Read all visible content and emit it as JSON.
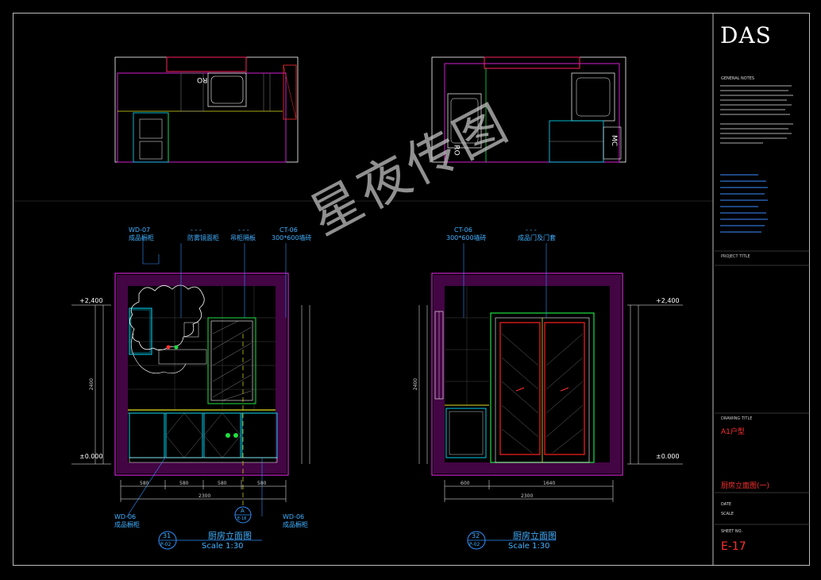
{
  "watermark": "星夜传图",
  "title_block": {
    "logo": "DAS",
    "project_title_label": "PROJECT TITLE",
    "drawing_title_label": "DRAWING TITLE",
    "plan_type": "A1户型",
    "drawing_name": "厨房立面图(一)",
    "date_label": "DATE",
    "scale_label": "SCALE",
    "sheet_no_label": "SHEET NO.",
    "sheet_number": "E-17",
    "general_notes_label": "GENERAL NOTES"
  },
  "colors": {
    "wall_magenta": "#d020d0",
    "cyan": "#00e0ff",
    "blue_label": "#3090ff",
    "green": "#20e040",
    "red": "#ff2020",
    "yellow": "#e0e020",
    "white": "#ffffff"
  },
  "left_elevation": {
    "level_top": "+2,400",
    "level_bottom": "±0.000",
    "tags_top": [
      {
        "code": "WD-07",
        "name": "成品橱柜"
      },
      {
        "code": "- - -",
        "name": "防雾镜面柜"
      },
      {
        "code": "- - -",
        "name": "吊柜隔板"
      },
      {
        "code": "CT-06",
        "name": "300*600墙砖"
      }
    ],
    "tags_bottom": [
      {
        "code": "WD-06",
        "name": "成品橱柜"
      },
      {
        "code": "WD-06",
        "name": "成品橱柜"
      }
    ],
    "dim_total": "2300",
    "dims_bottom": [
      "580",
      "580",
      "580",
      "580"
    ],
    "height_dim": "2400",
    "section_callout": "A",
    "section_sheet": "E-18",
    "ref_number": "31",
    "ref_sheet": "P-02",
    "title": "厨房立面图",
    "scale": "Scale 1:30"
  },
  "right_elevation": {
    "level_top": "+2,400",
    "level_bottom": "±0.000",
    "tags_top": [
      {
        "code": "CT-06",
        "name": "300*600墙砖"
      },
      {
        "code": "- - -",
        "name": "成品门及门套"
      }
    ],
    "dim_total": "2300",
    "dims_bottom": [
      "600",
      "1640"
    ],
    "height_dim": "2400",
    "ref_number": "32",
    "ref_sheet": "P-02",
    "title": "厨房立面图",
    "scale": "Scale 1:30"
  },
  "plan_left": {
    "label": "RO"
  },
  "plan_right": {
    "label_a": "RO",
    "label_b": "MC"
  }
}
